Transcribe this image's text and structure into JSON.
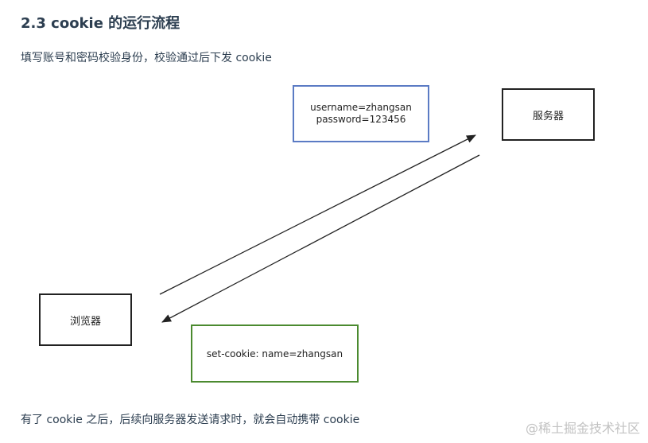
{
  "heading": "2.3 cookie 的运行流程",
  "intro": "填写账号和密码校验身份，校验通过后下发 cookie",
  "diagram": {
    "server_label": "服务器",
    "browser_label": "浏览器",
    "request_line_1": "username=zhangsan",
    "request_line_2": "password=123456",
    "response_text": "set-cookie: name=zhangsan"
  },
  "outro": "有了 cookie 之后，后续向服务器发送请求时，就会自动携带 cookie",
  "watermark": "@稀土掘金技术社区"
}
